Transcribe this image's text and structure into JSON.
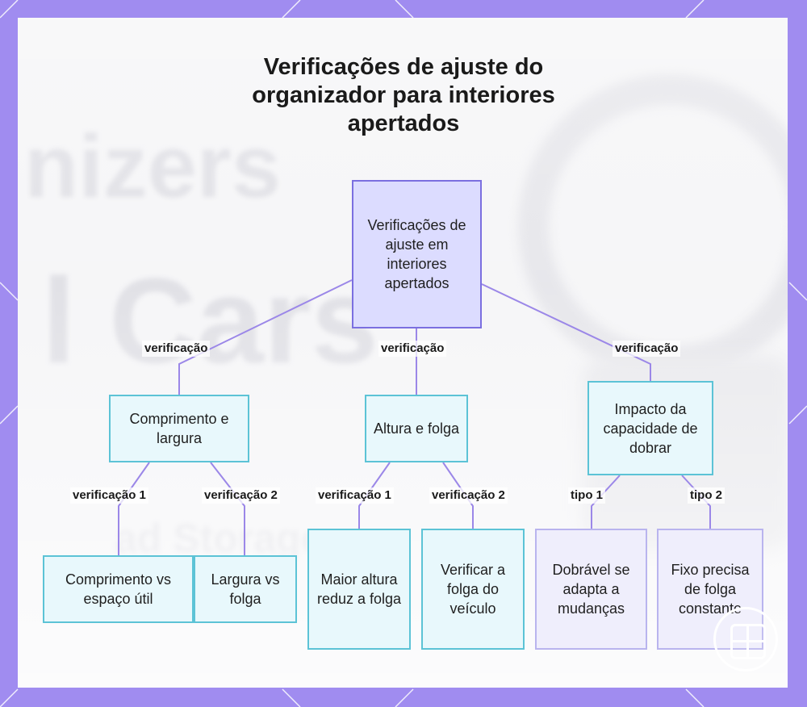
{
  "title": "Verificações de ajuste do organizador para interiores apertados",
  "root": {
    "label": "Verificações de ajuste em interiores apertados"
  },
  "branches": [
    {
      "edge_label": "verificação",
      "label": "Comprimento e largura",
      "children": [
        {
          "edge_label": "verificação 1",
          "label": "Comprimento vs espaço útil"
        },
        {
          "edge_label": "verificação 2",
          "label": "Largura vs folga"
        }
      ]
    },
    {
      "edge_label": "verificação",
      "label": "Altura e folga",
      "children": [
        {
          "edge_label": "verificação 1",
          "label": "Maior altura reduz a folga"
        },
        {
          "edge_label": "verificação 2",
          "label": "Verificar a folga do veículo"
        }
      ]
    },
    {
      "edge_label": "verificação",
      "label": "Impacto da capacidade de dobrar",
      "children": [
        {
          "edge_label": "tipo 1",
          "label": "Dobrável se adapta a mudanças"
        },
        {
          "edge_label": "tipo 2",
          "label": "Fixo precisa de folga constante"
        }
      ]
    }
  ],
  "colors": {
    "frame": "#a08cf0",
    "root_fill": "#dcdcff",
    "root_border": "#7b6fe0",
    "teal_fill": "#e8f8fc",
    "teal_border": "#5cc3d6",
    "lavender_border": "#b9b4ee",
    "connector": "#9b87e8"
  }
}
